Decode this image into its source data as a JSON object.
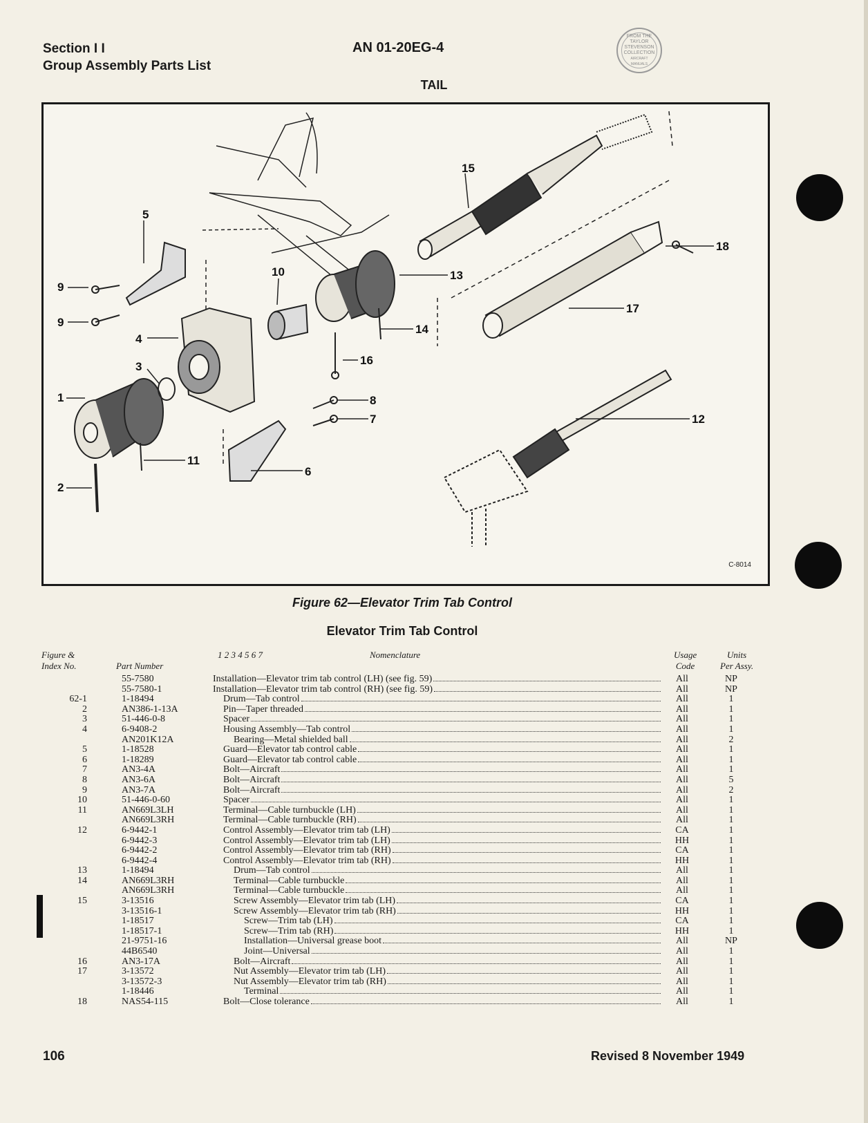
{
  "header": {
    "section": "Section I I",
    "subtitle": "Group Assembly Parts List",
    "document_number": "AN 01-20EG-4",
    "section_heading": "TAIL"
  },
  "stamp": {
    "line1": "FROM THE",
    "line2": "TAYLOR",
    "line3": "STEVENSON",
    "line4": "COLLECTION",
    "line5": "AIRCRAFT MANUALS"
  },
  "figure": {
    "code": "C-8014",
    "caption": "Figure 62—Elevator Trim Tab Control",
    "callouts": [
      "1",
      "2",
      "3",
      "4",
      "5",
      "6",
      "7",
      "8",
      "9",
      "9",
      "10",
      "11",
      "12",
      "13",
      "14",
      "15",
      "16",
      "17",
      "18"
    ]
  },
  "table": {
    "title": "Elevator Trim Tab Control",
    "headers": {
      "figure_index_line1": "Figure &",
      "figure_index_line2": "Index No.",
      "part_number": "Part Number",
      "indent_levels": "1 2 3 4 5 6 7",
      "nomenclature": "Nomenclature",
      "usage_line1": "Usage",
      "usage_line2": "Code",
      "units_line1": "Units",
      "units_line2": "Per Assy."
    },
    "rows": [
      {
        "index": "",
        "part": "55-7580",
        "indent": 0,
        "nomenclature": "Installation—Elevator trim tab control (LH) (see fig. 59)",
        "usage": "All",
        "units": "NP"
      },
      {
        "index": "",
        "part": "55-7580-1",
        "indent": 0,
        "nomenclature": "Installation—Elevator trim tab control (RH) (see fig. 59)",
        "usage": "All",
        "units": "NP"
      },
      {
        "index": "62-1",
        "part": "1-18494",
        "indent": 1,
        "nomenclature": "Drum—Tab control",
        "usage": "All",
        "units": "1"
      },
      {
        "index": "2",
        "part": "AN386-1-13A",
        "indent": 1,
        "nomenclature": "Pin—Taper threaded",
        "usage": "All",
        "units": "1"
      },
      {
        "index": "3",
        "part": "51-446-0-8",
        "indent": 1,
        "nomenclature": "Spacer",
        "usage": "All",
        "units": "1"
      },
      {
        "index": "4",
        "part": "6-9408-2",
        "indent": 1,
        "nomenclature": "Housing Assembly—Tab control",
        "usage": "All",
        "units": "1"
      },
      {
        "index": "",
        "part": "AN201K12A",
        "indent": 2,
        "nomenclature": "Bearing—Metal shielded ball",
        "usage": "All",
        "units": "2"
      },
      {
        "index": "5",
        "part": "1-18528",
        "indent": 1,
        "nomenclature": "Guard—Elevator tab control cable",
        "usage": "All",
        "units": "1"
      },
      {
        "index": "6",
        "part": "1-18289",
        "indent": 1,
        "nomenclature": "Guard—Elevator tab control cable",
        "usage": "All",
        "units": "1"
      },
      {
        "index": "7",
        "part": "AN3-4A",
        "indent": 1,
        "nomenclature": "Bolt—Aircraft",
        "usage": "All",
        "units": "1"
      },
      {
        "index": "8",
        "part": "AN3-6A",
        "indent": 1,
        "nomenclature": "Bolt—Aircraft",
        "usage": "All",
        "units": "5"
      },
      {
        "index": "9",
        "part": "AN3-7A",
        "indent": 1,
        "nomenclature": "Bolt—Aircraft",
        "usage": "All",
        "units": "2"
      },
      {
        "index": "10",
        "part": "51-446-0-60",
        "indent": 1,
        "nomenclature": "Spacer",
        "usage": "All",
        "units": "1"
      },
      {
        "index": "11",
        "part": "AN669L3LH",
        "indent": 1,
        "nomenclature": "Terminal—Cable turnbuckle (LH)",
        "usage": "All",
        "units": "1"
      },
      {
        "index": "",
        "part": "AN669L3RH",
        "indent": 1,
        "nomenclature": "Terminal—Cable turnbuckle (RH)",
        "usage": "All",
        "units": "1"
      },
      {
        "index": "12",
        "part": "6-9442-1",
        "indent": 1,
        "nomenclature": "Control Assembly—Elevator trim tab (LH)",
        "usage": "CA",
        "units": "1"
      },
      {
        "index": "",
        "part": "6-9442-3",
        "indent": 1,
        "nomenclature": "Control Assembly—Elevator trim tab (LH)",
        "usage": "HH",
        "units": "1"
      },
      {
        "index": "",
        "part": "6-9442-2",
        "indent": 1,
        "nomenclature": "Control Assembly—Elevator trim tab (RH)",
        "usage": "CA",
        "units": "1"
      },
      {
        "index": "",
        "part": "6-9442-4",
        "indent": 1,
        "nomenclature": "Control Assembly—Elevator trim tab (RH)",
        "usage": "HH",
        "units": "1"
      },
      {
        "index": "13",
        "part": "1-18494",
        "indent": 2,
        "nomenclature": "Drum—Tab control",
        "usage": "All",
        "units": "1"
      },
      {
        "index": "14",
        "part": "AN669L3RH",
        "indent": 2,
        "nomenclature": "Terminal—Cable turnbuckle",
        "usage": "All",
        "units": "1"
      },
      {
        "index": "",
        "part": "AN669L3RH",
        "indent": 2,
        "nomenclature": "Terminal—Cable turnbuckle",
        "usage": "All",
        "units": "1"
      },
      {
        "index": "15",
        "part": "3-13516",
        "indent": 2,
        "nomenclature": "Screw Assembly—Elevator trim tab (LH)",
        "usage": "CA",
        "units": "1"
      },
      {
        "index": "",
        "part": "3-13516-1",
        "indent": 2,
        "nomenclature": "Screw Assembly—Elevator trim tab (RH)",
        "usage": "HH",
        "units": "1"
      },
      {
        "index": "",
        "part": "1-18517",
        "indent": 3,
        "nomenclature": "Screw—Trim tab (LH)",
        "usage": "CA",
        "units": "1"
      },
      {
        "index": "",
        "part": "1-18517-1",
        "indent": 3,
        "nomenclature": "Screw—Trim tab (RH)",
        "usage": "HH",
        "units": "1"
      },
      {
        "index": "",
        "part": "21-9751-16",
        "indent": 3,
        "nomenclature": "Installation—Universal grease boot",
        "usage": "All",
        "units": "NP"
      },
      {
        "index": "",
        "part": "44B6540",
        "indent": 3,
        "nomenclature": "Joint—Universal",
        "usage": "All",
        "units": "1"
      },
      {
        "index": "16",
        "part": "AN3-17A",
        "indent": 2,
        "nomenclature": "Bolt—Aircraft",
        "usage": "All",
        "units": "1"
      },
      {
        "index": "17",
        "part": "3-13572",
        "indent": 2,
        "nomenclature": "Nut Assembly—Elevator trim tab (LH)",
        "usage": "All",
        "units": "1"
      },
      {
        "index": "",
        "part": "3-13572-3",
        "indent": 2,
        "nomenclature": "Nut Assembly—Elevator trim tab (RH)",
        "usage": "All",
        "units": "1"
      },
      {
        "index": "",
        "part": "1-18446",
        "indent": 3,
        "nomenclature": "Terminal",
        "usage": "All",
        "units": "1"
      },
      {
        "index": "18",
        "part": "NAS54-115",
        "indent": 1,
        "nomenclature": "Bolt—Close tolerance",
        "usage": "All",
        "units": "1"
      }
    ]
  },
  "footer": {
    "page_number": "106",
    "revision": "Revised 8 November 1949"
  }
}
